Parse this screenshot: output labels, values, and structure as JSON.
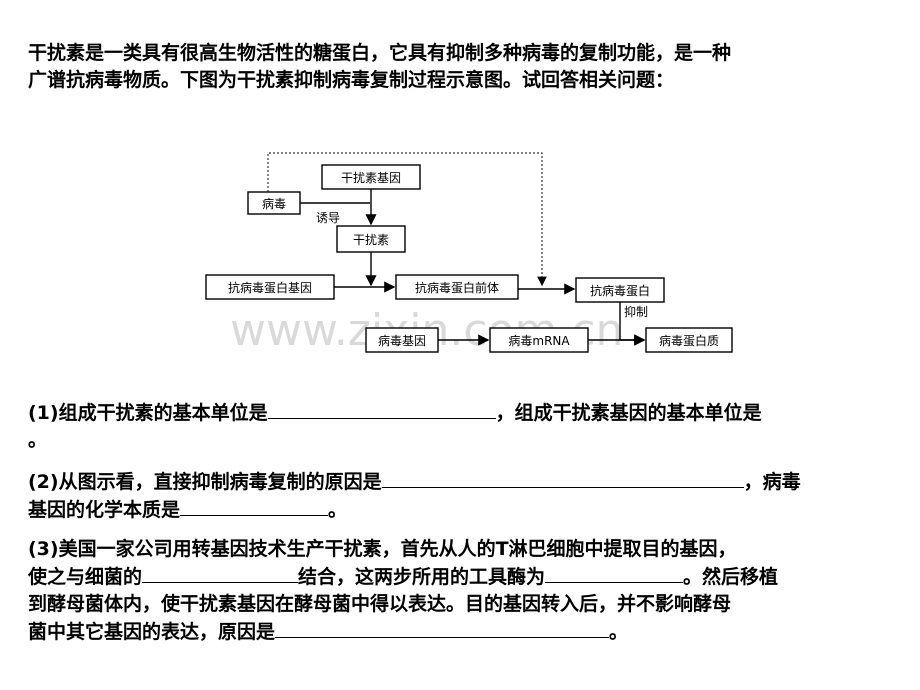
{
  "intro": {
    "line1": "干扰素是一类具有很高生物活性的糖蛋白，它具有抑制多种病毒的复制功能，是一种",
    "line2": "广谱抗病毒物质。下图为干扰素抑制病毒复制过程示意图。试回答相关问题："
  },
  "diagram": {
    "nodes": {
      "virus": "病毒",
      "ifn_gene": "干扰素基因",
      "ifn": "干扰素",
      "antiviral_gene": "抗病毒蛋白基因",
      "precursor": "抗病毒蛋白前体",
      "antiviral_protein": "抗病毒蛋白",
      "viral_gene": "病毒基因",
      "viral_mrna": "病毒mRNA",
      "viral_protein": "病毒蛋白质"
    },
    "edge_labels": {
      "induce": "诱导",
      "inhibit": "抑制"
    },
    "watermark": "www.zixin.com.cn"
  },
  "questions": {
    "q1": {
      "a": "(1)组成干扰素的基本单位是",
      "b": "，组成干扰素基因的基本单位是",
      "c": "。"
    },
    "q2": {
      "a": "(2)从图示看，直接抑制病毒复制的原因是",
      "b": "，病毒",
      "c": "基因的化学本质是",
      "d": "。"
    },
    "q3": {
      "a": "(3)美国一家公司用转基因技术生产干扰素，首先从人的T淋巴细胞中提取目的基因，",
      "b": "使之与细菌的",
      "c": "结合，这两步所用的工具酶为",
      "d": "。然后移植",
      "e": "到酵母菌体内，使干扰素基因在酵母菌中得以表达。目的基因转入后，并不影响酵母",
      "f": "菌中其它基因的表达，原因是",
      "g": "。"
    }
  }
}
